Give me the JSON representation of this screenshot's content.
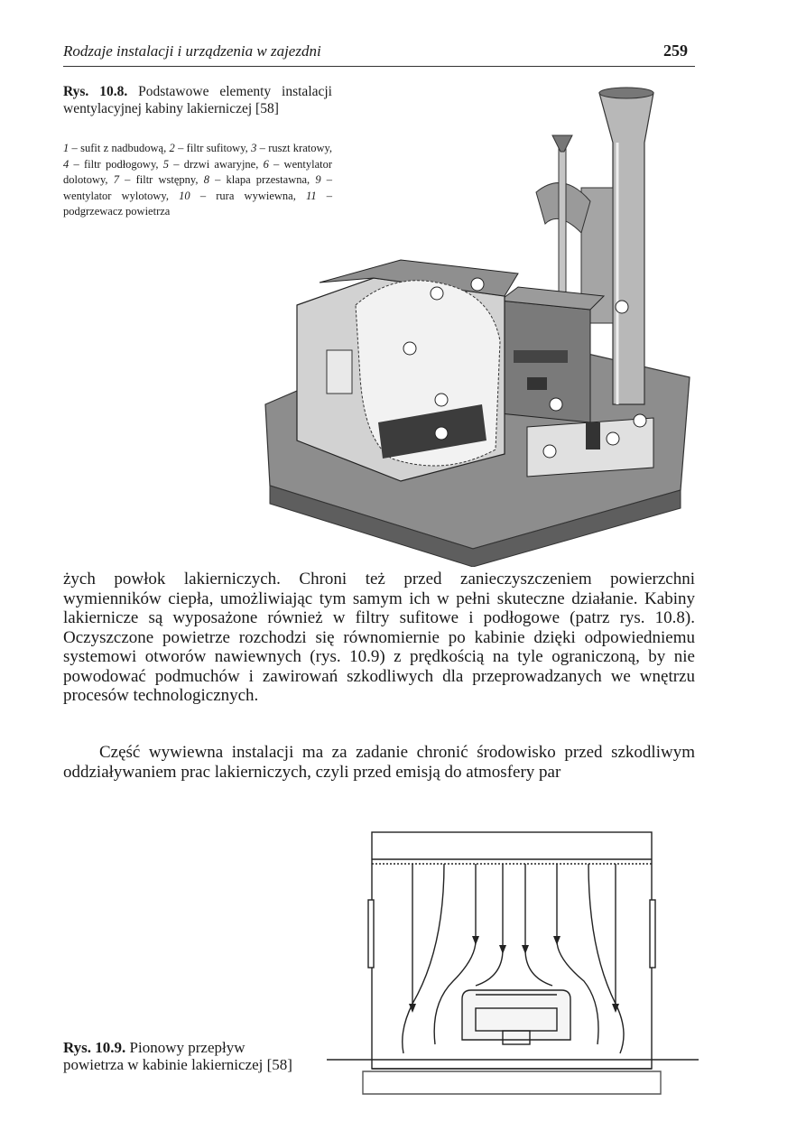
{
  "header": {
    "title": "Rodzaje instalacji i urządzenia w zajezdni",
    "page_number": "259"
  },
  "figure_1": {
    "label": "Rys. 10.8.",
    "caption": "Podstawowe elementy instalacji wentylacyjnej kabiny lakierniczej [58]",
    "legend": [
      {
        "num": "1",
        "text": "sufit z nadbudową,"
      },
      {
        "num": "2",
        "text": "filtr sufitowy,"
      },
      {
        "num": "3",
        "text": "ruszt kratowy,"
      },
      {
        "num": "4",
        "text": "filtr podłogowy,"
      },
      {
        "num": "5",
        "text": "drzwi awaryjne,"
      },
      {
        "num": "6",
        "text": "wentylator dolotowy,"
      },
      {
        "num": "7",
        "text": "filtr wstępny,"
      },
      {
        "num": "8",
        "text": "klapa przestawna,"
      },
      {
        "num": "9",
        "text": "wentylator wylotowy,"
      },
      {
        "num": "10",
        "text": "rura wywiewna,"
      },
      {
        "num": "11",
        "text": "podgrzewacz powietrza"
      }
    ]
  },
  "paragraphs": [
    "żych powłok lakierniczych. Chroni też przed zanieczyszczeniem powierzchni wymienników ciepła, umożliwiając tym samym ich w pełni skuteczne działanie. Kabiny lakiernicze są wyposażone również w filtry sufitowe i podłogowe (patrz rys. 10.8). Oczyszczone powietrze rozchodzi się równomiernie po kabinie dzięki odpowiedniemu systemowi otworów nawiewnych (rys. 10.9) z prędkością na tyle ograniczoną, by nie powodować podmuchów i zawirowań szkodliwych dla przeprowadzanych we wnętrzu procesów technologicznych.",
    "Część wywiewna instalacji ma za zadanie chronić środowisko przed szkodliwym oddziaływaniem prac lakierniczych, czyli przed emisją do atmosfery par"
  ],
  "figure_2": {
    "label": "Rys. 10.9.",
    "caption": "Pionowy przepływ powietrza w kabinie lakierniczej [58]"
  }
}
